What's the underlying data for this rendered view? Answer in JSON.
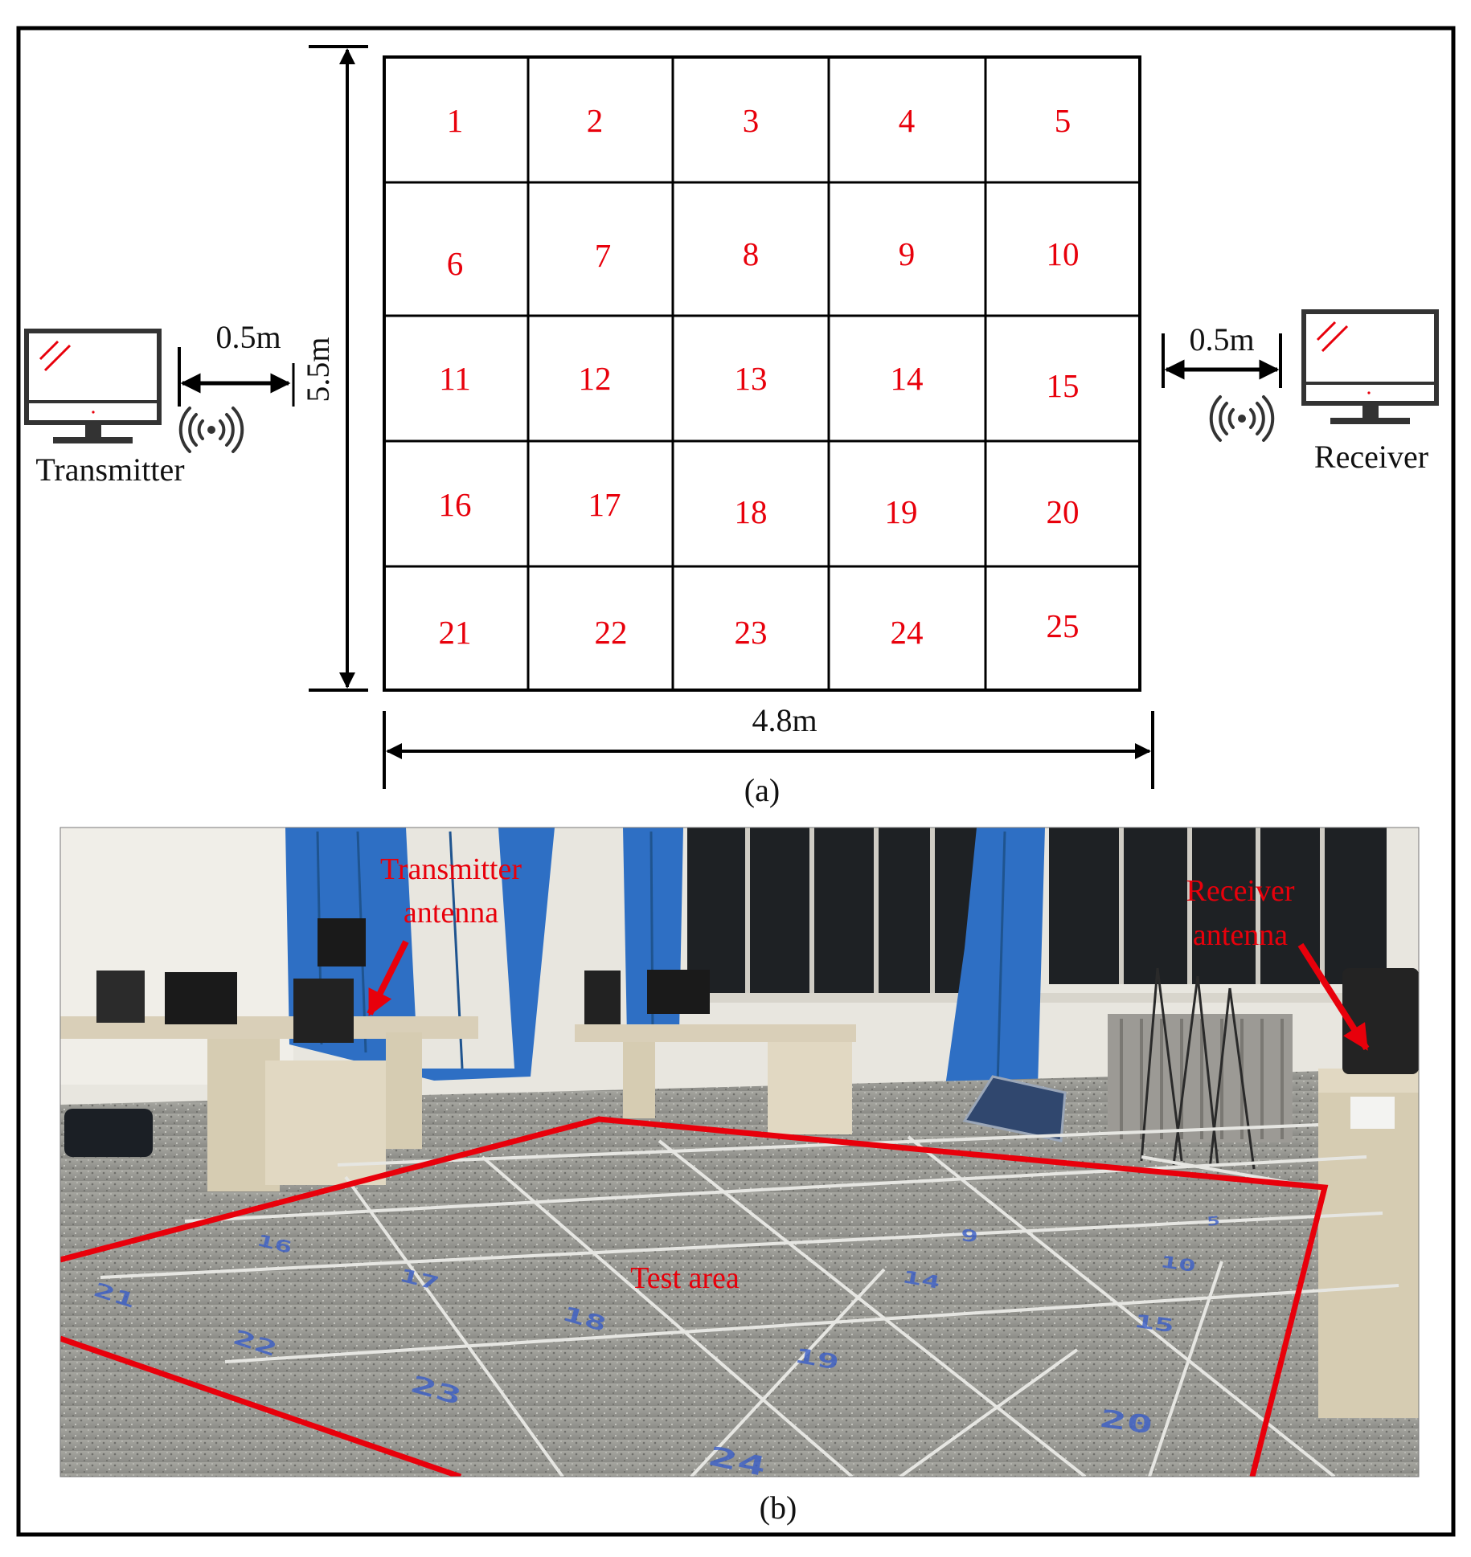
{
  "grid": {
    "rows": 5,
    "cols": 5,
    "cells": [
      "1",
      "2",
      "3",
      "4",
      "5",
      "6",
      "7",
      "8",
      "9",
      "10",
      "11",
      "12",
      "13",
      "14",
      "15",
      "16",
      "17",
      "18",
      "19",
      "20",
      "21",
      "22",
      "23",
      "24",
      "25"
    ]
  },
  "dimensions": {
    "height": "5.5m",
    "width": "4.8m",
    "tx_distance": "0.5m",
    "rx_distance": "0.5m"
  },
  "devices": {
    "transmitter": "Transmitter",
    "receiver": "Receiver"
  },
  "captions": {
    "a": "(a)",
    "b": "(b)"
  },
  "photo": {
    "transmitter_antenna_line1": "Transmitter",
    "transmitter_antenna_line2": "antenna",
    "receiver_antenna_line1": "Receiver",
    "receiver_antenna_line2": "antenna",
    "test_area": "Test area",
    "floor_numbers": [
      "5",
      "10",
      "9",
      "14",
      "15",
      "16",
      "17",
      "18",
      "19",
      "20",
      "21",
      "22",
      "23",
      "24"
    ]
  },
  "colors": {
    "label_red": "#e8000b",
    "floor_tape_blue": "#3a5ec8"
  },
  "icons": [
    "monitor-icon",
    "wireless-signal-icon",
    "arrow-icon"
  ]
}
